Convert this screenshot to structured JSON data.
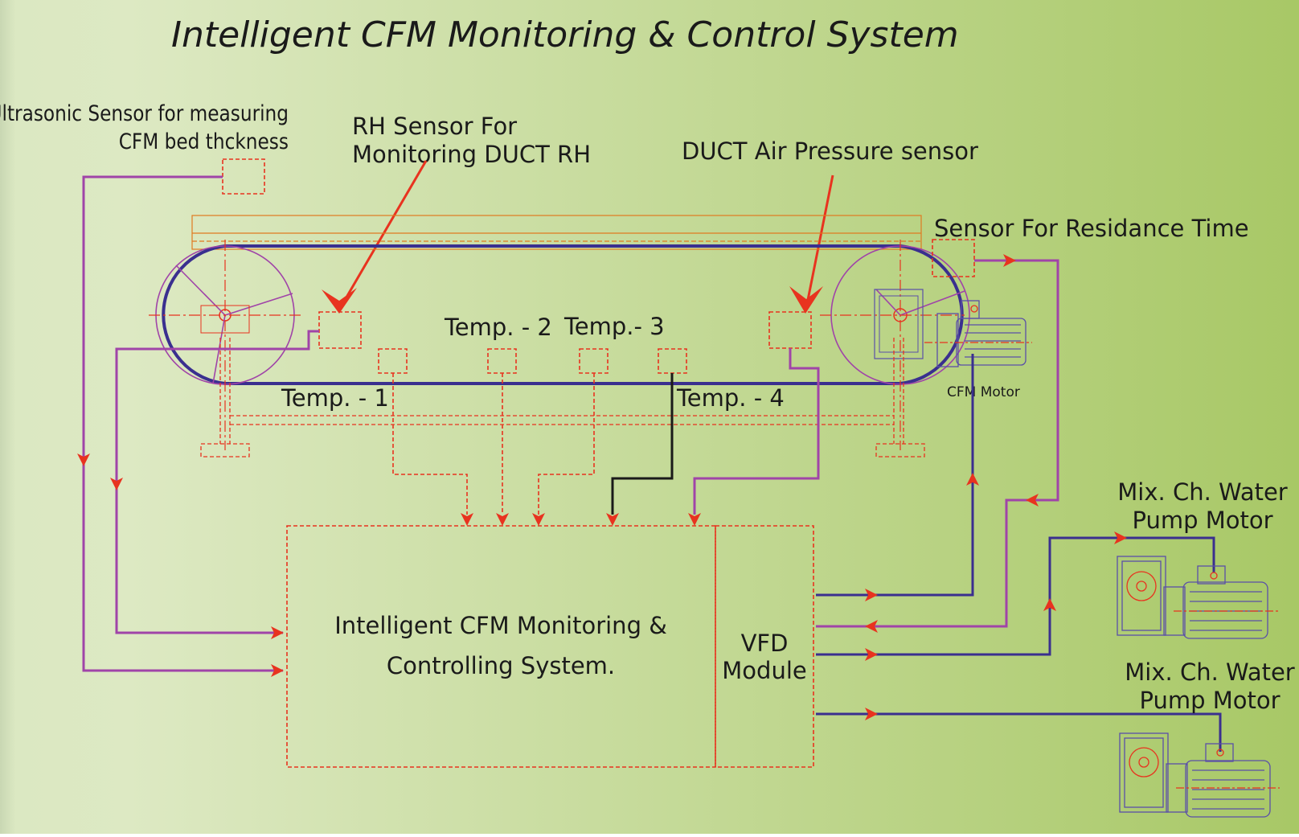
{
  "diagram": {
    "title": "Intelligent CFM Monitoring & Control System",
    "labels": {
      "ultrasonic_line1": "Ultrasonic Sensor for measuring",
      "ultrasonic_line2": "CFM bed thckness",
      "rh_line1": "RH Sensor For",
      "rh_line2": "Monitoring DUCT RH",
      "duct_pressure": "DUCT Air Pressure sensor",
      "residence_time": "Sensor For Residance Time",
      "temp1": "Temp. - 1",
      "temp2": "Temp. - 2",
      "temp3": "Temp.- 3",
      "temp4": "Temp. - 4",
      "cfm_motor": "CFM Motor",
      "controller_line1": "Intelligent CFM Monitoring &",
      "controller_line2": "Controlling System.",
      "vfd_line1": "VFD",
      "vfd_line2": "Module",
      "pump1_line1": "Mix. Ch. Water",
      "pump1_line2": "Pump Motor",
      "pump2_line1": "Mix. Ch. Water",
      "pump2_line2": "Pump Motor"
    },
    "colors": {
      "background_left": "#dbe8c2",
      "background_right": "#a8c866",
      "sensor_wire": "#a044a8",
      "power_wire": "#3a2f8f",
      "signal_dashed": "#e8331f",
      "black_wire": "#1a1a1a",
      "arrow": "#e8331f"
    }
  }
}
